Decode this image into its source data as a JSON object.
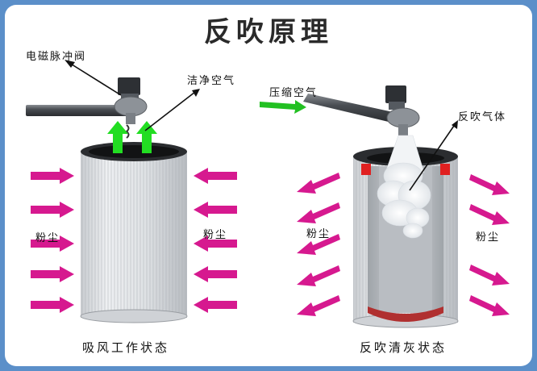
{
  "title": "反吹原理",
  "left_panel": {
    "valve_label": "电磁脉冲阀",
    "air_label": "洁净空气",
    "dust_left": "粉尘",
    "dust_right": "粉尘",
    "caption": "吸风工作状态"
  },
  "right_panel": {
    "inlet_label": "压缩空气",
    "blow_label": "反吹气体",
    "dust_left": "粉尘",
    "dust_right": "粉尘",
    "caption": "反吹清灰状态"
  },
  "colors": {
    "background": "#5b8fc9",
    "dust_arrow": "#d6198f",
    "clean_air_arrow": "#22dd22",
    "compressed_air_arrow": "#22c022",
    "seal_ring": "#e02020"
  }
}
